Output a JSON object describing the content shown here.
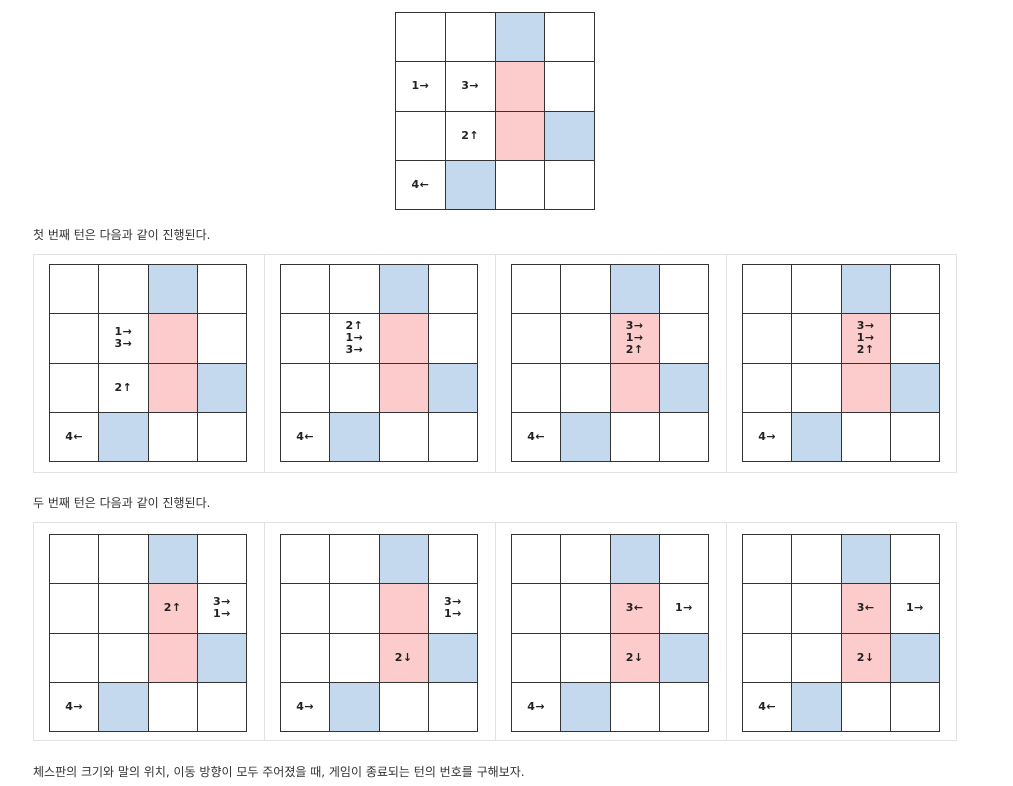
{
  "colors": {
    "white": "#ffffff",
    "red": "#fccccc",
    "blue": "#c5d9ee"
  },
  "texts": {
    "first_turn": "첫 번째 턴은 다음과 같이 진행된다.",
    "second_turn": "두 번째 턴은 다음과 같이 진행된다.",
    "conclusion": "체스판의 크기와 말의 위치, 이동 방향이 모두 주어졌을 때, 게임이 종료되는 턴의 번호를 구해보자."
  },
  "boards": {
    "initial": {
      "colors": [
        [
          "white",
          "white",
          "blue",
          "white"
        ],
        [
          "white",
          "white",
          "red",
          "white"
        ],
        [
          "white",
          "white",
          "red",
          "blue"
        ],
        [
          "white",
          "blue",
          "white",
          "white"
        ]
      ],
      "labels": [
        [
          "",
          "",
          "",
          ""
        ],
        [
          "1→",
          "3→",
          "",
          ""
        ],
        [
          "",
          "2↑",
          "",
          ""
        ],
        [
          "4←",
          "",
          "",
          ""
        ]
      ]
    },
    "turn1": [
      {
        "colors": [
          [
            "white",
            "white",
            "blue",
            "white"
          ],
          [
            "white",
            "white",
            "red",
            "white"
          ],
          [
            "white",
            "white",
            "red",
            "blue"
          ],
          [
            "white",
            "blue",
            "white",
            "white"
          ]
        ],
        "labels": [
          [
            "",
            "",
            "",
            ""
          ],
          [
            "",
            "1→\n3→",
            "",
            ""
          ],
          [
            "",
            "2↑",
            "",
            ""
          ],
          [
            "4←",
            "",
            "",
            ""
          ]
        ]
      },
      {
        "colors": [
          [
            "white",
            "white",
            "blue",
            "white"
          ],
          [
            "white",
            "white",
            "red",
            "white"
          ],
          [
            "white",
            "white",
            "red",
            "blue"
          ],
          [
            "white",
            "blue",
            "white",
            "white"
          ]
        ],
        "labels": [
          [
            "",
            "",
            "",
            ""
          ],
          [
            "",
            "2↑\n1→\n3→",
            "",
            ""
          ],
          [
            "",
            "",
            "",
            ""
          ],
          [
            "4←",
            "",
            "",
            ""
          ]
        ]
      },
      {
        "colors": [
          [
            "white",
            "white",
            "blue",
            "white"
          ],
          [
            "white",
            "white",
            "red",
            "white"
          ],
          [
            "white",
            "white",
            "red",
            "blue"
          ],
          [
            "white",
            "blue",
            "white",
            "white"
          ]
        ],
        "labels": [
          [
            "",
            "",
            "",
            ""
          ],
          [
            "",
            "",
            "3→\n1→\n2↑",
            ""
          ],
          [
            "",
            "",
            "",
            ""
          ],
          [
            "4←",
            "",
            "",
            ""
          ]
        ]
      },
      {
        "colors": [
          [
            "white",
            "white",
            "blue",
            "white"
          ],
          [
            "white",
            "white",
            "red",
            "white"
          ],
          [
            "white",
            "white",
            "red",
            "blue"
          ],
          [
            "white",
            "blue",
            "white",
            "white"
          ]
        ],
        "labels": [
          [
            "",
            "",
            "",
            ""
          ],
          [
            "",
            "",
            "3→\n1→\n2↑",
            ""
          ],
          [
            "",
            "",
            "",
            ""
          ],
          [
            "4→",
            "",
            "",
            ""
          ]
        ]
      }
    ],
    "turn2": [
      {
        "colors": [
          [
            "white",
            "white",
            "blue",
            "white"
          ],
          [
            "white",
            "white",
            "red",
            "white"
          ],
          [
            "white",
            "white",
            "red",
            "blue"
          ],
          [
            "white",
            "blue",
            "white",
            "white"
          ]
        ],
        "labels": [
          [
            "",
            "",
            "",
            ""
          ],
          [
            "",
            "",
            "2↑",
            "3→\n1→"
          ],
          [
            "",
            "",
            "",
            ""
          ],
          [
            "4→",
            "",
            "",
            ""
          ]
        ]
      },
      {
        "colors": [
          [
            "white",
            "white",
            "blue",
            "white"
          ],
          [
            "white",
            "white",
            "red",
            "white"
          ],
          [
            "white",
            "white",
            "red",
            "blue"
          ],
          [
            "white",
            "blue",
            "white",
            "white"
          ]
        ],
        "labels": [
          [
            "",
            "",
            "",
            ""
          ],
          [
            "",
            "",
            "",
            "3→\n1→"
          ],
          [
            "",
            "",
            "2↓",
            ""
          ],
          [
            "4→",
            "",
            "",
            ""
          ]
        ]
      },
      {
        "colors": [
          [
            "white",
            "white",
            "blue",
            "white"
          ],
          [
            "white",
            "white",
            "red",
            "white"
          ],
          [
            "white",
            "white",
            "red",
            "blue"
          ],
          [
            "white",
            "blue",
            "white",
            "white"
          ]
        ],
        "labels": [
          [
            "",
            "",
            "",
            ""
          ],
          [
            "",
            "",
            "3←",
            "1→"
          ],
          [
            "",
            "",
            "2↓",
            ""
          ],
          [
            "4→",
            "",
            "",
            ""
          ]
        ]
      },
      {
        "colors": [
          [
            "white",
            "white",
            "blue",
            "white"
          ],
          [
            "white",
            "white",
            "red",
            "white"
          ],
          [
            "white",
            "white",
            "red",
            "blue"
          ],
          [
            "white",
            "blue",
            "white",
            "white"
          ]
        ],
        "labels": [
          [
            "",
            "",
            "",
            ""
          ],
          [
            "",
            "",
            "3←",
            "1→"
          ],
          [
            "",
            "",
            "2↓",
            ""
          ],
          [
            "4←",
            "",
            "",
            ""
          ]
        ]
      }
    ]
  }
}
